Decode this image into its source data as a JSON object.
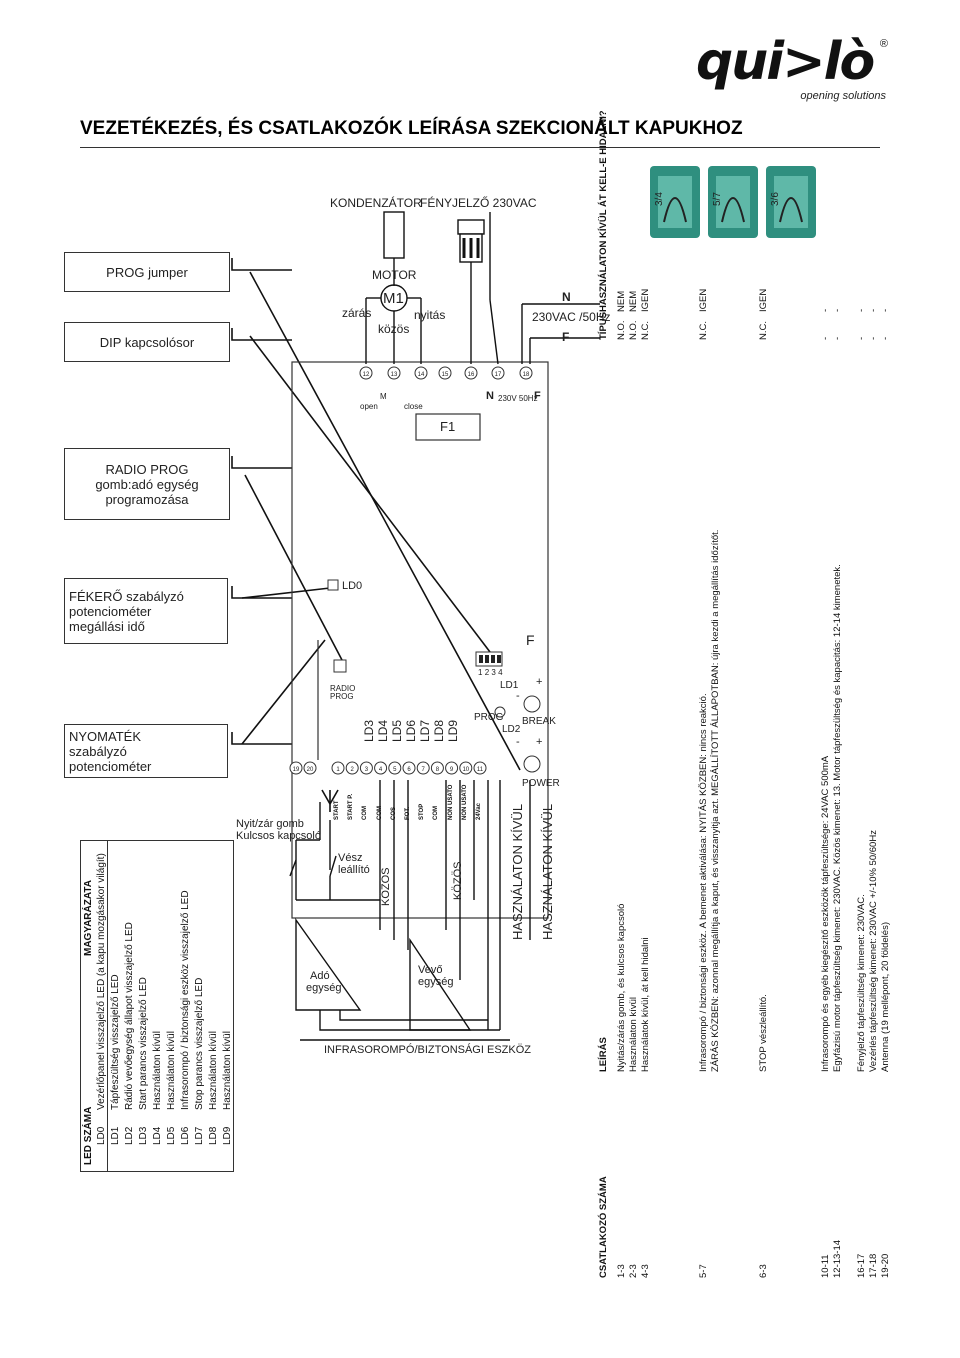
{
  "logo": {
    "name": "qui>lò",
    "registered": "®",
    "tagline": "opening solutions"
  },
  "title": "VEZETÉKEZÉS, ÉS CSATLAKOZÓK LEÍRÁSA SZEKCIONÁLT KAPUKHOZ",
  "boxes": {
    "prog_jumper": "PROG jumper",
    "dip": "DIP kapcsolósor",
    "radio_prog": [
      "RADIO PROG",
      "gomb:adó egység",
      "programozása"
    ],
    "brake": [
      "FÉKERŐ szabályzó",
      "potenciométer",
      "megállási idő"
    ],
    "torque": [
      "NYOMATÉK",
      "szabályzó",
      "potenciométer"
    ]
  },
  "top": {
    "condenser": "KONDENZÁTOR",
    "lamp": "FÉNYJELZŐ 230VAC",
    "motor": "MOTOR",
    "m1": "M1",
    "closing": "zárás",
    "opening": "nyitás",
    "common": "közös",
    "power": "230VAC /50Hz",
    "n": "N",
    "f": "F"
  },
  "board": {
    "terminals_top": [
      "12",
      "13",
      "14",
      "15",
      "16",
      "17",
      "18"
    ],
    "open": "open",
    "close": "close",
    "m": "M",
    "n": "N",
    "hz": "230V 50Hz",
    "f": "F",
    "fuse": "F1",
    "ld0": "LD0",
    "radio_prog": [
      "RADIO",
      "PROG"
    ],
    "leds": [
      "LD3",
      "LD4",
      "LD5",
      "LD6",
      "LD7",
      "LD8",
      "LD9"
    ],
    "prog": "PROG",
    "ld1": "LD1",
    "ld2": "LD2",
    "break": "BREAK",
    "power": "POWER",
    "f2": "F",
    "dip_nums": [
      "1",
      "2",
      "3",
      "4"
    ],
    "plus": "+",
    "minus": "-",
    "term_antenna": [
      "19",
      "20"
    ],
    "term_bottom": [
      "1",
      "2",
      "3",
      "4",
      "5",
      "6",
      "7",
      "8",
      "9",
      "10",
      "11"
    ],
    "term_labels": [
      "START",
      "START P.",
      "COM",
      "COM",
      "COS",
      "FOT.",
      "STOP",
      "COM",
      "NON USATO",
      "NON USATO",
      "24Vac"
    ]
  },
  "wiring": {
    "key_switch": [
      "Nyit/zár gomb",
      "Kulcsos kapcsoló"
    ],
    "emergency": [
      "Vész",
      "leállító"
    ],
    "common1": "KÖZÖS",
    "common2": "KÖZÖS",
    "unused1": "HASZNÁLATON KÍVÜL",
    "unused2": "HASZNÁLATON KÍVÜL",
    "transmitter": [
      "Adó",
      "egység"
    ],
    "receiver": [
      "Vevő",
      "egység"
    ],
    "safety": "INFRASOROMPÓ/BIZTONSÁGI ESZKÖZ"
  },
  "led_table": {
    "header_num": "LED SZÁMA",
    "header_desc": "MAGYARÁZATA",
    "rows": [
      {
        "led": "LD0",
        "desc": "Vezérlőpanel visszajelző LED (a kapu mozgásakor világít)"
      },
      {
        "led": "LD1",
        "desc": "Tápfeszültség visszajelző LED"
      },
      {
        "led": "LD2",
        "desc": "Rádió vevőegység állapot visszajelző LED"
      },
      {
        "led": "LD3",
        "desc": "Start parancs visszajelző LED"
      },
      {
        "led": "LD4",
        "desc": "Használaton kívül"
      },
      {
        "led": "LD5",
        "desc": "Használaton kívül"
      },
      {
        "led": "LD6",
        "desc": "Infrasorompó / biztonsági eszköz visszajelző LED"
      },
      {
        "led": "LD7",
        "desc": "Stop parancs visszajelző LED"
      },
      {
        "led": "LD8",
        "desc": "Használaton kívül"
      },
      {
        "led": "LD9",
        "desc": "Használaton kívül"
      }
    ]
  },
  "conn_table": {
    "h_conn": "CSATLAKOZÓ SZÁMA",
    "h_desc": "LEÍRÁS",
    "h_type": "TÍPUS",
    "h_off": "HASZNÁLATON KÍVÜL ÁT KELL-E HIDALNI?",
    "rows": [
      {
        "conn": "1-3",
        "desc": "Nyitás/zárás gomb, és kulcsos kapcsoló",
        "type": "N.O.",
        "off": "NEM"
      },
      {
        "conn": "2-3",
        "desc": "Használaton kívül",
        "type": "N.O.",
        "off": "NEM"
      },
      {
        "conn": "4-3",
        "desc": "Használatok kívül, át kell hidalni",
        "type": "N.C.",
        "off": "IGEN"
      },
      {
        "conn": "5-7",
        "desc": "Infrasorompó / biztonsági eszköz. A bemenet aktiválása: NYITÁS KÖZBEN: nincs reakció.",
        "desc2": "ZÁRÁS KÖZBEN: azonnal megállítja a kaput, és visszanyitja azt. MEGÁLLÍTOTT ÁLLAPOTBAN: újra kezdi a megállítás időzítőt.",
        "type": "N.C.",
        "off": "IGEN"
      },
      {
        "conn": "6-3",
        "desc": "STOP vészleállító.",
        "type": "N.C.",
        "off": "IGEN"
      },
      {
        "conn": "10-11",
        "desc": "Infrasorompó és egyéb kiegészítő eszközök tápfeszültsége: 24VAC 500mA",
        "type": "-",
        "off": "-"
      },
      {
        "conn": "12-13-14",
        "desc": "Egyfázisú motor tápfeszültség kimenet: 230VAC. Közös kimenet: 13. Motor tápfeszültség és kapacitás: 12-14 kimenetek.",
        "type": "-",
        "off": "-"
      },
      {
        "conn": "16-17",
        "desc": "Fényjelző tápfeszültség kimenet: 230VAC.",
        "type": "-",
        "off": "-"
      },
      {
        "conn": "17-18",
        "desc": "Vezérlés tápfeszültség kimenet: 230VAC +/-10% 50/60Hz",
        "type": "-",
        "off": "-"
      },
      {
        "conn": "19-20",
        "desc": "Antenna (19 mellépont, 20 földelés)",
        "type": "-",
        "off": "-"
      }
    ]
  },
  "dip_images": [
    {
      "label": "3/4"
    },
    {
      "label": "5/7"
    },
    {
      "label": "3/6"
    }
  ],
  "colors": {
    "line": "#111111",
    "board": "#333333",
    "dip_green": "#2f8f7f"
  }
}
